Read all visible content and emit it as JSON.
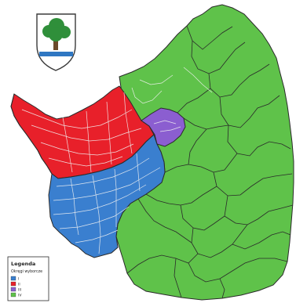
{
  "colors": {
    "background": "#ffffff",
    "border": "#2a2a2a",
    "zone_red": "#e8202a",
    "zone_blue": "#3a7fcf",
    "zone_purple": "#8b5ed0",
    "zone_green": "#5fc24a",
    "street_lines": "#f2f2f2"
  },
  "logo": {
    "icon": "oak-tree-crest-icon",
    "tree_green": "#2f8f3a",
    "water_blue": "#2f77c2"
  },
  "legend": {
    "title": "Legenda",
    "subtitle": "Okręgi wyborcze",
    "items": [
      {
        "label": "I",
        "color": "#3a7fcf"
      },
      {
        "label": "II",
        "color": "#e8202a"
      },
      {
        "label": "III",
        "color": "#8b5ed0"
      },
      {
        "label": "IV",
        "color": "#5fc24a"
      }
    ]
  }
}
